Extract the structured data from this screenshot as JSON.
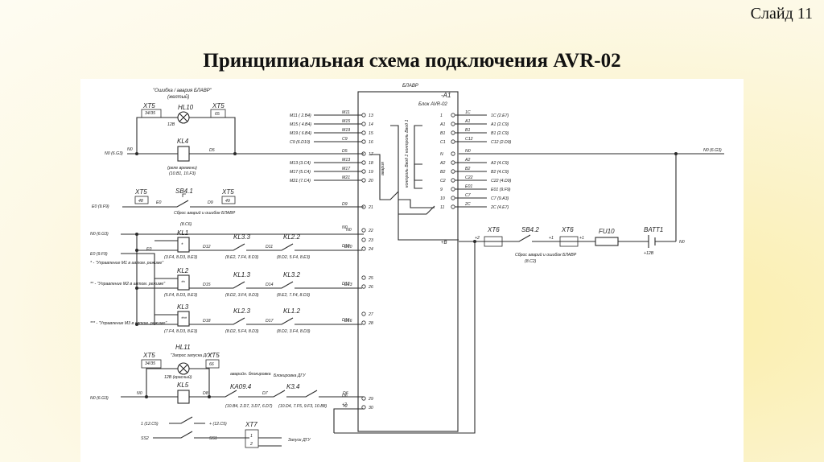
{
  "slide": {
    "number_label": "Слайд 11",
    "title": "Принципиальная схема подключения AVR-02"
  },
  "schematic": {
    "device_title": "БЛАВР",
    "block_ref": "-А1",
    "block_name": "Блок AVR-02",
    "top": {
      "hl10_caption": "\"Ошибка / авария БЛАВР\"",
      "hl10_color": "(желтый)",
      "xt5_left": "ХТ5",
      "xt5_left_pins": "34/35",
      "hl10": "HL10",
      "voltage": "12В",
      "xt5_right": "ХТ5",
      "xt5_right_pin": "65",
      "kl4": "KL4",
      "kl4_desc": "(реле времени)",
      "kl4_ref": "(10.В1, 10.F3)",
      "n0_left": "N0 (6.G3)",
      "n0_wire": "N0",
      "d5": "D5"
    },
    "reset": {
      "xt5_a": "ХТ5",
      "pin_a": "48",
      "e0_label": "E0 (9.F9)",
      "e0": "E0",
      "sb41": "SB4.1",
      "d9": "D9",
      "xt5_b": "ХТ5",
      "pin_b": "49",
      "caption": "Сброс аварий и ошибок БЛАВР",
      "ref": "(8.С6)"
    },
    "middle": {
      "n0_label": "N0 (6.G3)",
      "n0_wire": "N0",
      "e0_label": "E0 (9.F9)",
      "e0": "E0",
      "kl1": "KL1",
      "kl2": "KL2",
      "kl3": "KL3",
      "kl1_ref": "(3.F4, 8.D3, 8.E3)",
      "kl2_ref": "(5.F4, 8.D3, 8.E3)",
      "kl3_ref": "(7.F4, 8.D3, 8.E3)",
      "note1": "* - \"Управление М1 в автом. режиме\"",
      "note2": "** - \"Управление М2 в автом. режиме\"",
      "note3": "*** - \"Управление М3 в автом. режиме\"",
      "star1": "*",
      "star2": "**",
      "star3": "***",
      "d12": "D12",
      "d15": "D15",
      "d18": "D18",
      "kl33": "KL3.3",
      "kl22": "KL2.2",
      "kl13": "KL1.3",
      "kl32": "KL3.2",
      "kl23": "KL2.3",
      "kl12": "KL1.2",
      "kl33_ref": "(8.E2, 7.F4, 8.D3)",
      "kl22_ref": "(8.D2, 5.F4, 8.E3)",
      "kl13_ref": "(8.D2, 3.F4, 8.D3)",
      "kl32_ref": "(8.E2, 7.F4, 8.D3)",
      "kl23_ref": "(8.D2, 5.F4, 8.D3)",
      "kl12_ref": "(8.D2, 3.F4, 8.D3)",
      "d11": "D11",
      "d14": "D14",
      "d17": "D17",
      "d10": "D10",
      "d13": "D13",
      "d16": "D16"
    },
    "start": {
      "xt5_a": "ХТ5",
      "pins_a": "34/35",
      "hl11": "HL11",
      "hl11_caption": "\"Запрос запуска ДГУ\"",
      "voltage": "12В (красный)",
      "xt5_b": "ХТ5",
      "pin_b": "66",
      "kl5": "KL5",
      "n0_label": "N0 (6.G3)",
      "n0": "N0",
      "d8": "D8",
      "alarm_caption": "аварийн. блокировка",
      "ka094": "KA09.4",
      "ka094_ref": "(10.В4, 2.D7, 3.D7, 6.D7)",
      "d7": "D7",
      "lock_caption": "Блокировка ДГУ",
      "k34": "K3.4",
      "k34_ref": "(10.D4, 7.F5, 9.F3, 10.В8)",
      "d6": "D6",
      "plus2": "+2",
      "c1": "1 (12.С5)",
      "c2": "+ (12.С5)",
      "ss2": "SS2",
      "ss1": "SS1",
      "xt7": "ХТ7",
      "xt7_p1": "1",
      "xt7_p2": "2",
      "dgu_caption": "Запуск ДГУ"
    },
    "terminals_left": [
      {
        "label": "M11 ( 2.В4)",
        "wire": "M11",
        "num": "13"
      },
      {
        "label": "M15 ( 4.В4)",
        "wire": "M15",
        "num": "14"
      },
      {
        "label": "M19 ( 6.В4)",
        "wire": "M19",
        "num": "15"
      },
      {
        "label": "C9 (6.D10)",
        "wire": "C9",
        "num": "16"
      },
      {
        "label": "",
        "wire": "D5",
        "num": "17"
      },
      {
        "label": "M13 (3.C4)",
        "wire": "M13",
        "num": "18"
      },
      {
        "label": "M17 (5.C4)",
        "wire": "M17",
        "num": "19"
      },
      {
        "label": "M21 (7.C4)",
        "wire": "M21",
        "num": "20"
      },
      {
        "label": "",
        "wire": "D9",
        "num": "21"
      },
      {
        "label": "",
        "wire": "N0",
        "num": "22"
      },
      {
        "label": "",
        "wire": "",
        "num": "23"
      },
      {
        "label": "",
        "wire": "D10",
        "num": "24"
      },
      {
        "label": "",
        "wire": "",
        "num": "25"
      },
      {
        "label": "",
        "wire": "D13",
        "num": "26"
      },
      {
        "label": "",
        "wire": "",
        "num": "27"
      },
      {
        "label": "",
        "wire": "D16",
        "num": "28"
      },
      {
        "label": "",
        "wire": "D6",
        "num": "29"
      },
      {
        "label": "",
        "wire": "+2",
        "num": "30"
      }
    ],
    "terminals_right": [
      {
        "num": "1",
        "wire": "1C",
        "ref": "1C (2.E7)"
      },
      {
        "num": "A1",
        "wire": "A1",
        "ref": "A1 (2.C9)"
      },
      {
        "num": "B1",
        "wire": "B1",
        "ref": "B1 (2.C9)"
      },
      {
        "num": "C1",
        "wire": "C12",
        "ref": "C12 (2.D9)"
      },
      {
        "num": "N",
        "wire": "N0",
        "ref": ""
      },
      {
        "num": "A2",
        "wire": "A2",
        "ref": "A2 (4.C9)"
      },
      {
        "num": "B2",
        "wire": "B2",
        "ref": "B2 (4.C9)"
      },
      {
        "num": "C2",
        "wire": "C22",
        "ref": "C22 (4.D9)"
      },
      {
        "num": "9",
        "wire": "E01",
        "ref": "E01 (9.F9)"
      },
      {
        "num": "10",
        "wire": "C7",
        "ref": "C7 (9.A3)"
      },
      {
        "num": "11",
        "wire": "2C",
        "ref": "2C (4.E7)"
      }
    ],
    "inner": {
      "ctrl1": "контроль Ввод 1",
      "ctrl2": "контроль Ввод 2",
      "fault": "авария",
      "plus_b": "+В"
    },
    "battery": {
      "n0_right": "N0 (6.G3)",
      "xt6_a": "ХТ6",
      "p2": "+2",
      "sb42": "SB4.2",
      "sb42_caption": "Сброс аварий и ошибок БЛАВР",
      "sb42_ref": "(8.С2)",
      "xt6_b": "ХТ6",
      "p1a": "+1",
      "p1b": "+1",
      "fu10": "FU10",
      "batt": "BATT1",
      "batt_v": "+12В",
      "n0": "N0"
    }
  }
}
